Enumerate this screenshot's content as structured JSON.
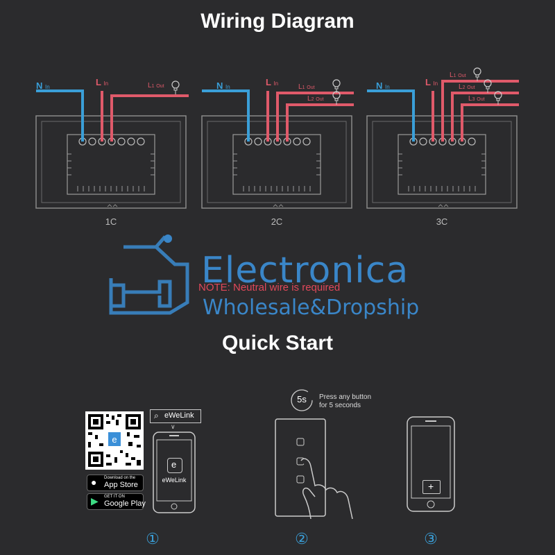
{
  "titles": {
    "wiring": "Wiring Diagram",
    "quick_start": "Quick Start"
  },
  "wire_labels": {
    "n": "N",
    "l": "L",
    "in": "In",
    "out": "Out",
    "l1": "L",
    "l1_sub": "1",
    "l2": "L",
    "l2_sub": "2",
    "l3": "L",
    "l3_sub": "3"
  },
  "panels": [
    {
      "caption": "1C"
    },
    {
      "caption": "2C"
    },
    {
      "caption": "3C"
    }
  ],
  "note": "NOTE: Neutral wire is required",
  "watermark": {
    "brand": "Electronica",
    "tagline": "Wholesale&Dropship"
  },
  "steps": {
    "step1": {
      "number": "①",
      "app_search": "eWeLink",
      "app_name": "eWeLink",
      "app_store_small": "Download on the",
      "app_store_big": "App Store",
      "play_small": "GET IT ON",
      "play_big": "Google Play"
    },
    "step2": {
      "number": "②",
      "timer": "5s",
      "instruction_line1": "Press any button",
      "instruction_line2": "for 5 seconds"
    },
    "step3": {
      "number": "③"
    }
  },
  "colors": {
    "background": "#2b2b2d",
    "neutral_wire": "#3a9fd8",
    "live_wire": "#e05a6a",
    "outline": "#8a8a8a",
    "watermark": "#3a86c8",
    "note": "#e0485a"
  }
}
